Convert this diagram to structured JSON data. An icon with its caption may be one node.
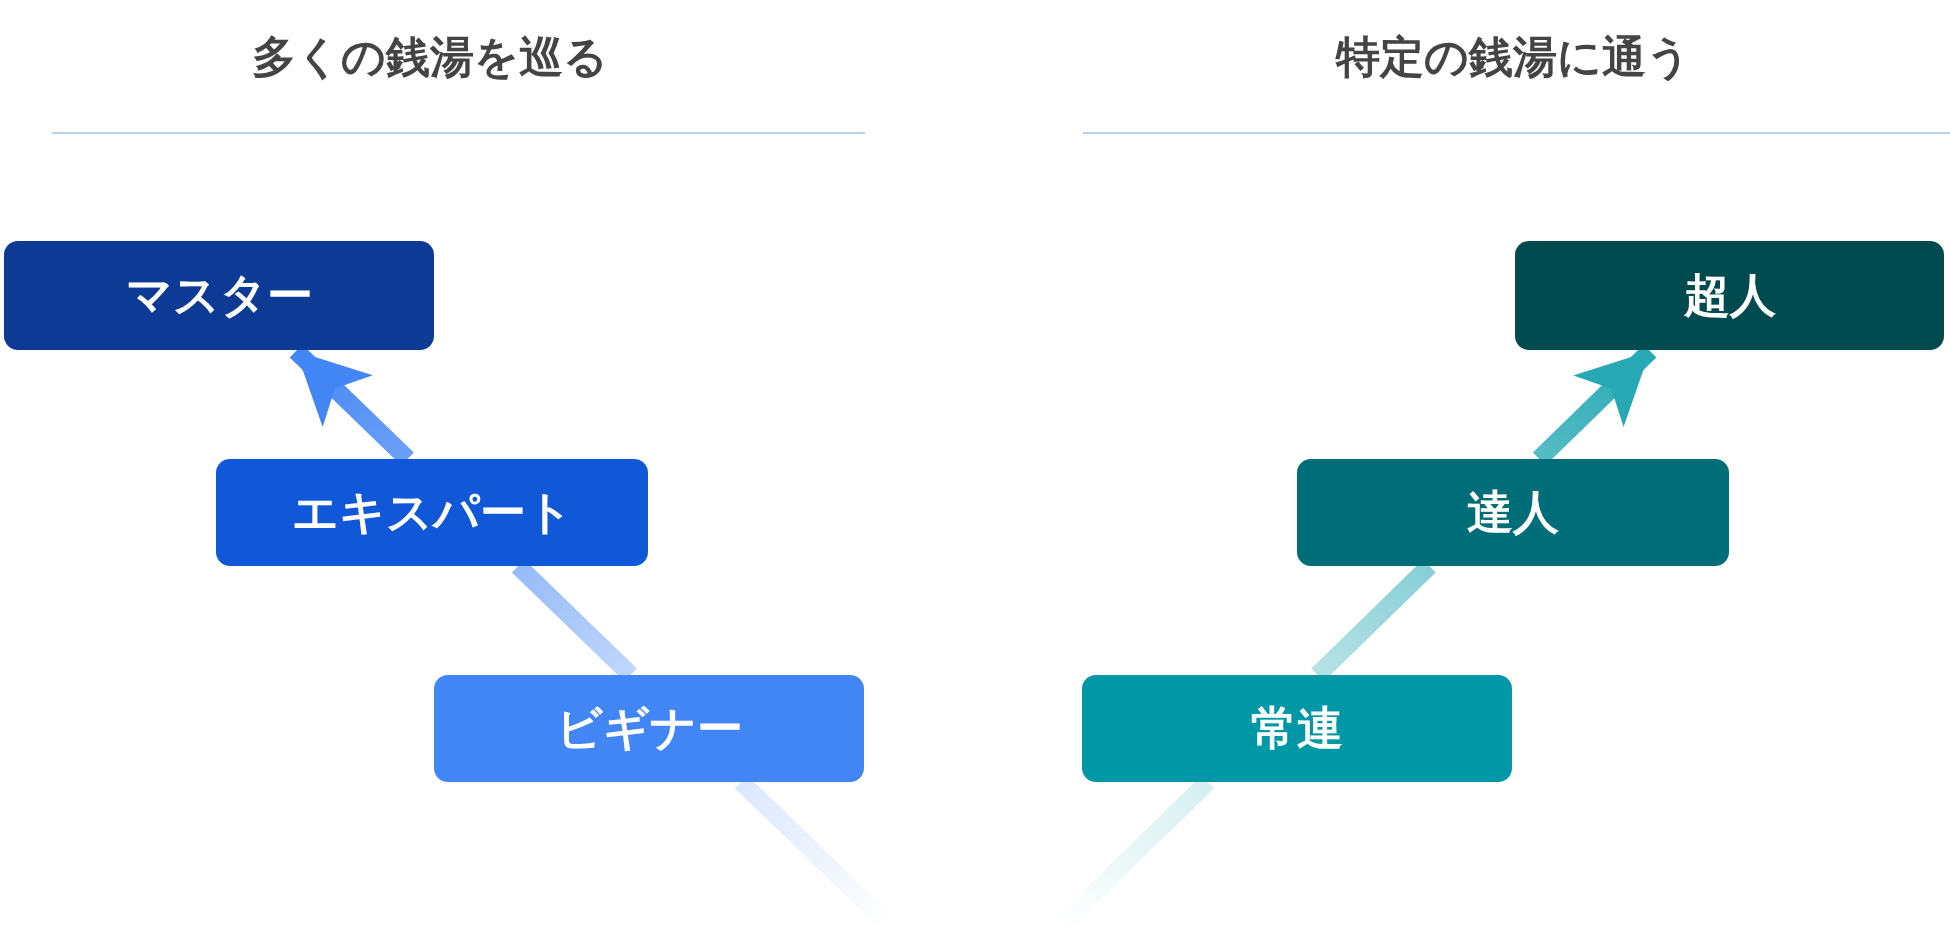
{
  "diagram": {
    "nodes": [
      {
        "text": [
          "マスター"
        ]
      },
      {
        "text": [
          "超人"
        ]
      },
      {
        "text": [
          "エキスパート"
        ]
      },
      {
        "text": [
          "達人"
        ]
      },
      {
        "text": [
          "ビギナー"
        ]
      },
      {
        "text": [
          "常連"
        ]
      }
    ],
    "edges": [
      {
        "from": null,
        "to": 4,
        "arrow": "none",
        "color": "#4285f4"
      },
      {
        "from": 4,
        "to": 2,
        "arrow": "none",
        "color": "#4285f4"
      },
      {
        "from": 2,
        "to": 0,
        "arrow": "to",
        "color": "#4285f4"
      },
      {
        "from": null,
        "to": 5,
        "arrow": "none",
        "color": "#26a9b4"
      },
      {
        "from": 5,
        "to": 3,
        "arrow": "none",
        "color": "#26a9b4"
      },
      {
        "from": 3,
        "to": 1,
        "arrow": "to",
        "color": "#26a9b4"
      }
    ],
    "labels": [
      "多くの銭湯を巡る",
      "特定の銭湯に通う"
    ]
  }
}
